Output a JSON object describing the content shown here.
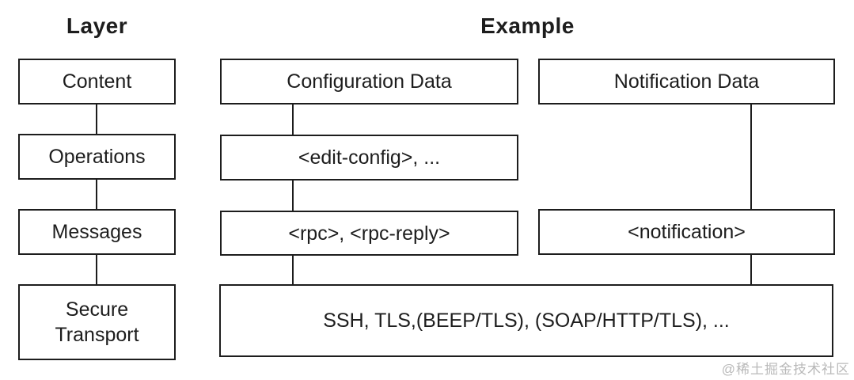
{
  "headers": {
    "layer": "Layer",
    "example": "Example"
  },
  "layer_column": {
    "content": "Content",
    "operations": "Operations",
    "messages": "Messages",
    "secure_transport": "Secure Transport"
  },
  "example_column": {
    "content_example_1": "Configuration Data",
    "content_example_2": "Notification Data",
    "operations_example": "<edit-config>, ...",
    "messages_example_1": "<rpc>, <rpc-reply>",
    "messages_example_2": "<notification>",
    "transport_example": "SSH, TLS,(BEEP/TLS), (SOAP/HTTP/TLS), ..."
  },
  "watermark": "@稀土掘金技术社区",
  "colors": {
    "line": "#1d1d1d",
    "text": "#1d1d1d",
    "watermark": "#b9b9b9",
    "background": "#ffffff"
  }
}
